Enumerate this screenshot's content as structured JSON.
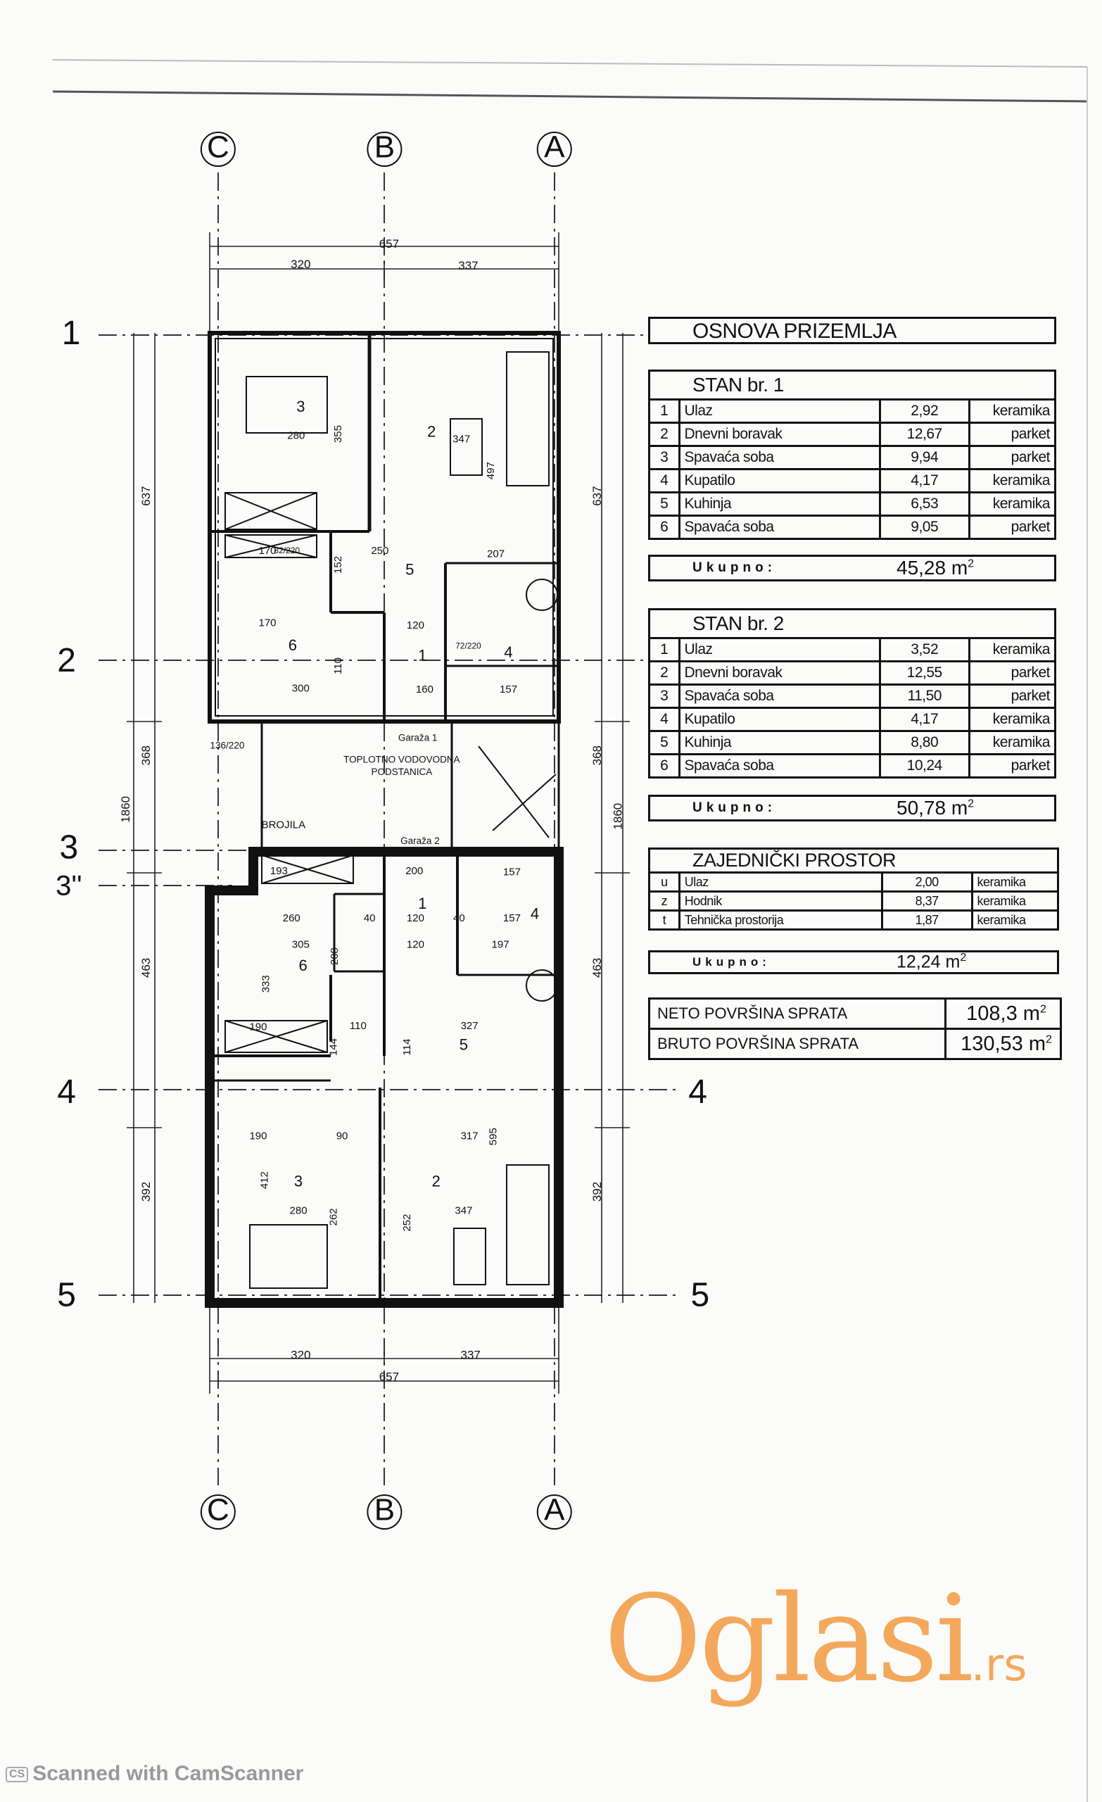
{
  "title": "OSNOVA PRIZEMLJA",
  "stan1": {
    "header": "STAN br. 1",
    "rows": [
      {
        "n": "1",
        "name": "Ulaz",
        "area": "2,92",
        "floor": "keramika"
      },
      {
        "n": "2",
        "name": "Dnevni boravak",
        "area": "12,67",
        "floor": "parket"
      },
      {
        "n": "3",
        "name": "Spavaća soba",
        "area": "9,94",
        "floor": "parket"
      },
      {
        "n": "4",
        "name": "Kupatilo",
        "area": "4,17",
        "floor": "keramika"
      },
      {
        "n": "5",
        "name": "Kuhinja",
        "area": "6,53",
        "floor": "keramika"
      },
      {
        "n": "6",
        "name": "Spavaća soba",
        "area": "9,05",
        "floor": "parket"
      }
    ],
    "total_label": "Ukupno:",
    "total_value": "45,28 m",
    "total_unit_exp": "2"
  },
  "stan2": {
    "header": "STAN br. 2",
    "rows": [
      {
        "n": "1",
        "name": "Ulaz",
        "area": "3,52",
        "floor": "keramika"
      },
      {
        "n": "2",
        "name": "Dnevni boravak",
        "area": "12,55",
        "floor": "parket"
      },
      {
        "n": "3",
        "name": "Spavaća soba",
        "area": "11,50",
        "floor": "parket"
      },
      {
        "n": "4",
        "name": "Kupatilo",
        "area": "4,17",
        "floor": "keramika"
      },
      {
        "n": "5",
        "name": "Kuhinja",
        "area": "8,80",
        "floor": "keramika"
      },
      {
        "n": "6",
        "name": "Spavaća soba",
        "area": "10,24",
        "floor": "parket"
      }
    ],
    "total_label": "Ukupno:",
    "total_value": "50,78 m",
    "total_unit_exp": "2"
  },
  "zajednicki": {
    "header": "ZAJEDNIČKI PROSTOR",
    "rows": [
      {
        "n": "u",
        "name": "Ulaz",
        "area": "2,00",
        "floor": "keramika"
      },
      {
        "n": "z",
        "name": "Hodnik",
        "area": "8,37",
        "floor": "keramika"
      },
      {
        "n": "t",
        "name": "Tehnička prostorija",
        "area": "1,87",
        "floor": "keramika"
      }
    ],
    "total_label": "Ukupno:",
    "total_value": "12,24 m",
    "total_unit_exp": "2"
  },
  "summary": {
    "neto_label": "NETO POVRŠINA SPRATA",
    "neto_value": "108,3 m",
    "bruto_label": "BRUTO POVRŠINA SPRATA",
    "bruto_value": "130,53 m",
    "unit_exp": "2"
  },
  "plan": {
    "axes_columns": [
      "C",
      "B",
      "A"
    ],
    "axes_rows": [
      "1",
      "2",
      "3",
      "3''",
      "4",
      "5"
    ],
    "overall_width": "657",
    "column_spans": [
      "320",
      "337"
    ],
    "row_spans": [
      "637",
      "368",
      "463",
      "392"
    ],
    "overall_length": "1860",
    "room_numbers_upper": [
      "3",
      "2",
      "5",
      "6",
      "1",
      "4"
    ],
    "room_numbers_lower": [
      "1",
      "4",
      "6",
      "5",
      "3",
      "2"
    ],
    "dimensions_upper": [
      "280",
      "355",
      "347",
      "497",
      "170",
      "250",
      "207",
      "152",
      "170",
      "120",
      "300",
      "160",
      "157",
      "110"
    ],
    "dimensions_lower": [
      "193",
      "200",
      "157",
      "260",
      "40",
      "120",
      "40",
      "157",
      "305",
      "120",
      "197",
      "333",
      "208",
      "190",
      "110",
      "327",
      "114",
      "144",
      "190",
      "90",
      "317",
      "595",
      "412",
      "280",
      "262",
      "252",
      "347"
    ],
    "labels": [
      "Garaža 1",
      "TOPLOTNO VODOVODNA",
      "PODSTANICA",
      "BROJILA",
      "Garaža 2",
      "136/220",
      "82/220",
      "72/220"
    ]
  },
  "watermark": {
    "brand": "Oglasi",
    "tld": ".rs"
  },
  "scanner": {
    "logo": "CS",
    "text": "Scanned with CamScanner"
  }
}
